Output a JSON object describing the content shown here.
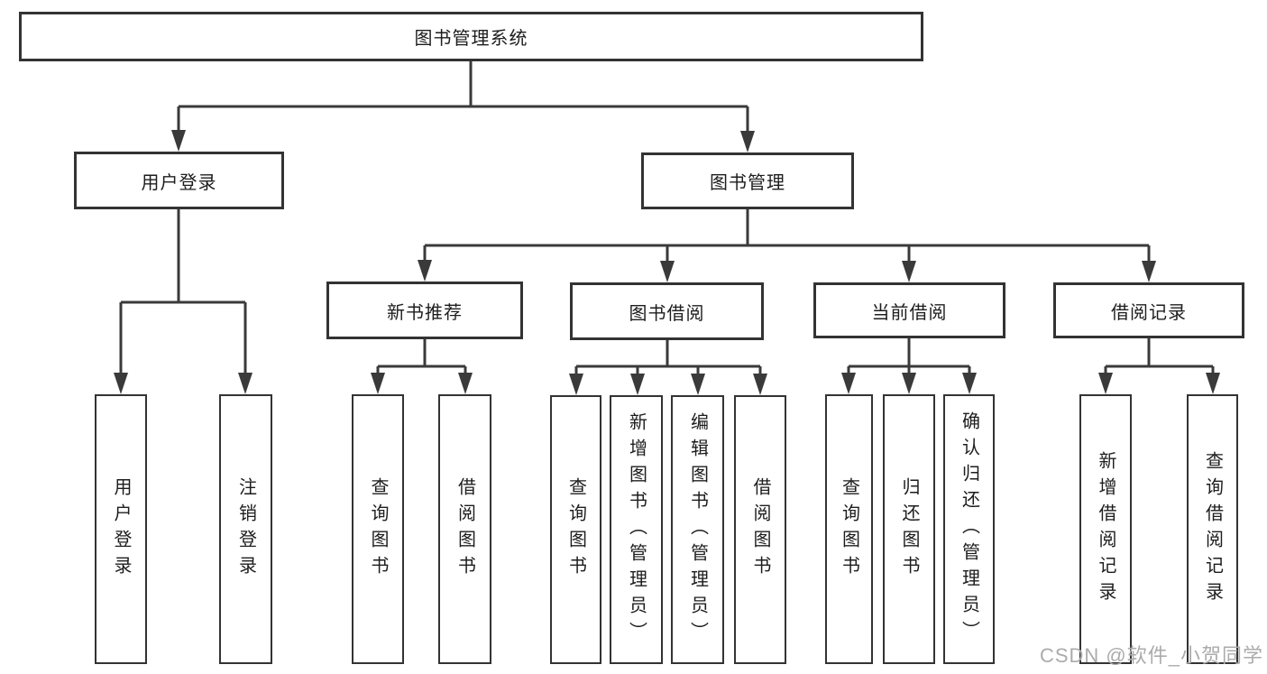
{
  "tree": {
    "root": {
      "label": "图书管理系统",
      "children": [
        {
          "label": "用户登录",
          "children": [
            {
              "label": "用户登录"
            },
            {
              "label": "注销登录"
            }
          ]
        },
        {
          "label": "图书管理",
          "children": [
            {
              "label": "新书推荐",
              "children": [
                {
                  "label": "查询图书"
                },
                {
                  "label": "借阅图书"
                }
              ]
            },
            {
              "label": "图书借阅",
              "children": [
                {
                  "label": "查询图书"
                },
                {
                  "label": "新增图书（管理员）"
                },
                {
                  "label": "编辑图书（管理员）"
                },
                {
                  "label": "借阅图书"
                }
              ]
            },
            {
              "label": "当前借阅",
              "children": [
                {
                  "label": "查询图书"
                },
                {
                  "label": "归还图书"
                },
                {
                  "label": "确认归还（管理员）"
                }
              ]
            },
            {
              "label": "借阅记录",
              "children": [
                {
                  "label": "新增借阅记录"
                },
                {
                  "label": "查询借阅记录"
                }
              ]
            }
          ]
        }
      ]
    }
  },
  "watermark": {
    "text": "CSDN @软件_小贺同学"
  },
  "colors": {
    "line": "#3a3a3a",
    "box_border": "#333333",
    "text": "#1d1d1d",
    "watermark": "#ababab",
    "background": "#ffffff"
  }
}
